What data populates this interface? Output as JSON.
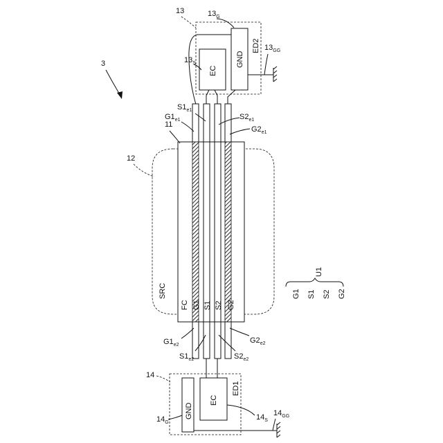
{
  "figure_number": "3",
  "refs": {
    "r11": "11",
    "r12": "12",
    "r13": "13",
    "r14": "14"
  },
  "src": "SRC",
  "fc": "FC",
  "conductors": {
    "g1": "G1",
    "s1": "S1",
    "s2": "S2",
    "g2": "G2"
  },
  "terminals": {
    "g1_e1": {
      "base": "G1",
      "sub": "e1"
    },
    "s1_e1": {
      "base": "S1",
      "sub": "e1"
    },
    "s2_e1": {
      "base": "S2",
      "sub": "e1"
    },
    "g2_e1": {
      "base": "G2",
      "sub": "e1"
    },
    "g1_e2": {
      "base": "G1",
      "sub": "e2"
    },
    "s1_e2": {
      "base": "S1",
      "sub": "e2"
    },
    "s2_e2": {
      "base": "S2",
      "sub": "e2"
    },
    "g2_e2": {
      "base": "G2",
      "sub": "e2"
    }
  },
  "top_device": {
    "name": "ED2",
    "ec": "EC",
    "gnd": "GND",
    "s_ref": {
      "base": "13",
      "sub": "S"
    },
    "g_ref": {
      "base": "13",
      "sub": "G"
    },
    "gg_ref": {
      "base": "13",
      "sub": "GG"
    }
  },
  "bottom_device": {
    "name": "ED1",
    "ec": "EC",
    "gnd": "GND",
    "s_ref": {
      "base": "14",
      "sub": "S"
    },
    "g_ref": {
      "base": "14",
      "sub": "G"
    },
    "gg_ref": {
      "base": "14",
      "sub": "GG"
    }
  },
  "unit": {
    "name": "U1",
    "items": [
      "G1",
      "S1",
      "S2",
      "G2"
    ]
  }
}
